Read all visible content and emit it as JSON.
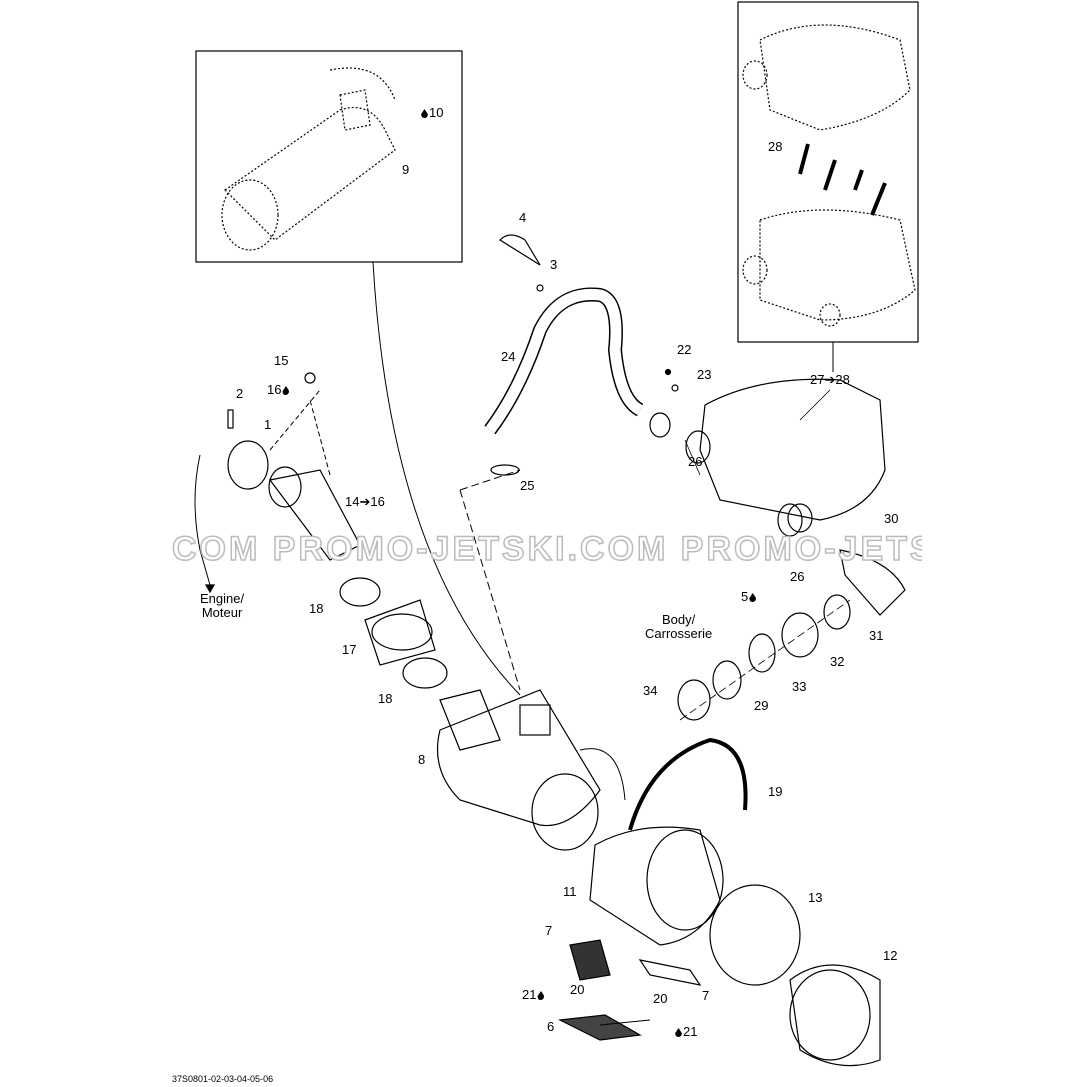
{
  "watermark": "COM  PROMO-JETSKI.COM  PROMO-JETSKI",
  "figure_code": "37S0801-02-03-04-05-06",
  "labels": {
    "l10": "10",
    "l9": "9",
    "l4": "4",
    "l3": "3",
    "l22": "22",
    "l23": "23",
    "l24": "24",
    "l25": "25",
    "l26a": "26",
    "l26b": "26",
    "l27": "27➔28",
    "l28": "28",
    "l15": "15",
    "l16": "16",
    "l2": "2",
    "l1": "1",
    "l14": "14➔16",
    "l18a": "18",
    "l17": "17",
    "l18b": "18",
    "l30": "30",
    "l5": "5",
    "l31": "31",
    "l32": "32",
    "l33": "33",
    "l34": "34",
    "l29": "29",
    "l8": "8",
    "l19": "19",
    "l11": "11",
    "l13": "13",
    "l12": "12",
    "l7a": "7",
    "l7b": "7",
    "l21a": "21",
    "l20a": "20",
    "l20b": "20",
    "l21b": "21",
    "l6": "6"
  },
  "notes": {
    "engine": "Engine/",
    "engine2": "Moteur",
    "body": "Body/",
    "body2": "Carrosserie"
  }
}
